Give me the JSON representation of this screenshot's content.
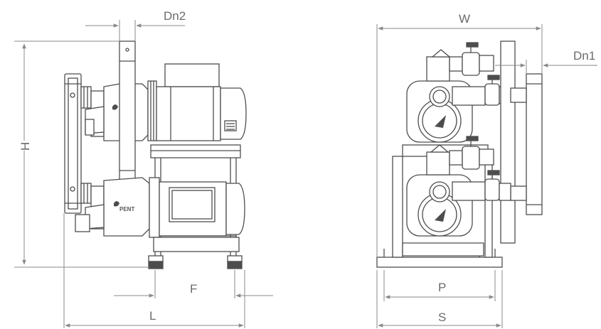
{
  "side_view": {
    "labels": {
      "dn2": "Dn2",
      "h": "H",
      "f": "F",
      "l": "L"
    },
    "logo": "PENT"
  },
  "front_view": {
    "labels": {
      "w": "W",
      "dn1": "Dn1",
      "p": "P",
      "s": "S"
    }
  },
  "colors": {
    "line": "#4d4d4d",
    "dimension": "#8a8a8a",
    "face": "#ffffff"
  }
}
